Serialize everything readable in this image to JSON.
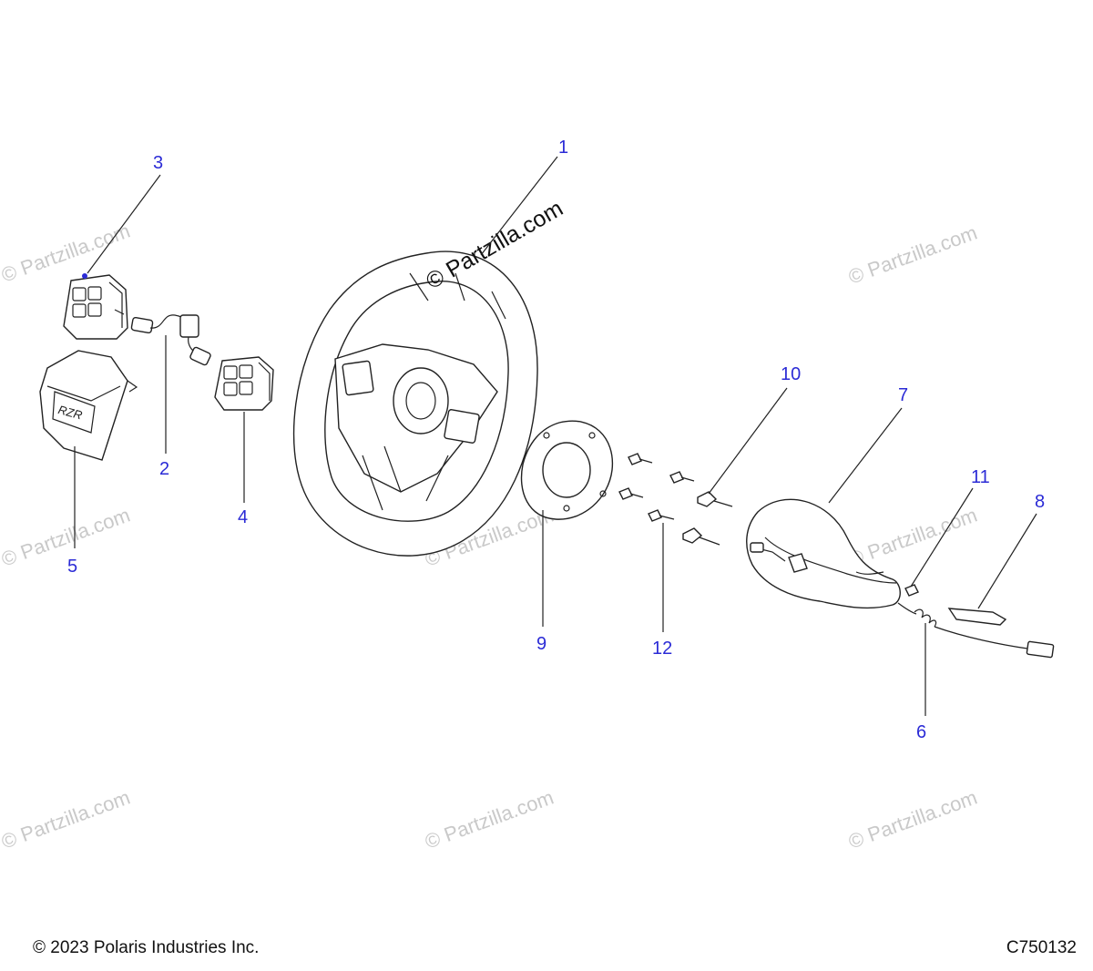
{
  "watermark": "© Partzilla.com",
  "stamp": "© Partzilla.com",
  "footer": {
    "copyright": "© 2023 Polaris Industries Inc.",
    "diagram_code": "C750132"
  },
  "callouts": [
    "1",
    "2",
    "3",
    "4",
    "5",
    "6",
    "7",
    "8",
    "9",
    "10",
    "11",
    "12"
  ],
  "colors": {
    "callout": "#2b2bd6",
    "line": "#222222",
    "watermark": "#c9c9c9"
  }
}
